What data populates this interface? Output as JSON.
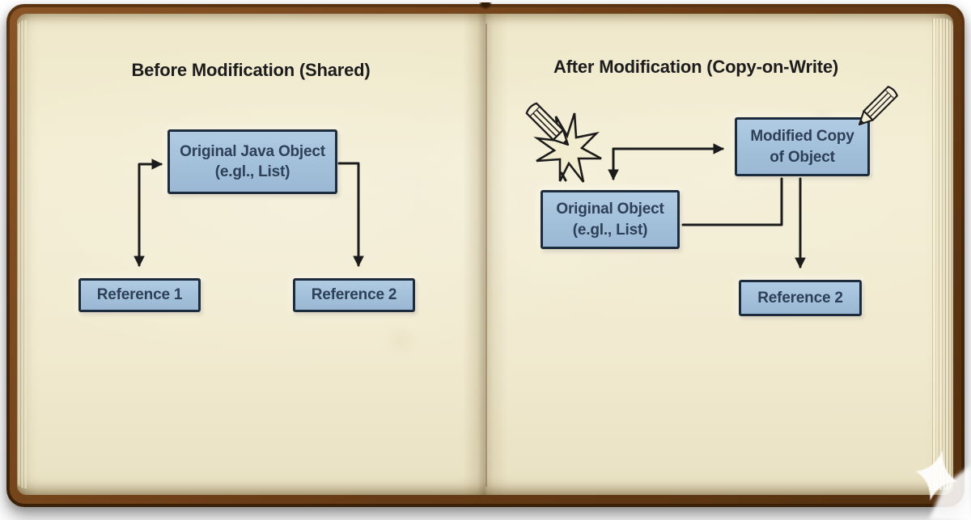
{
  "book": {
    "left_page": {
      "title": "Before Modification (Shared)",
      "object_box": {
        "line1": "Original Java Object",
        "line2": "(e.gl., List)"
      },
      "reference1_label": "Reference 1",
      "reference2_label": "Reference 2"
    },
    "right_page": {
      "title": "After Modification (Copy-on-Write)",
      "original_box": {
        "line1": "Original Object",
        "line2": "(e.gl., List)"
      },
      "modified_box": {
        "line1": "Modified Copy",
        "line2": "of Object"
      },
      "reference2_label": "Reference 2"
    }
  },
  "icons": {
    "impact": "pencil-starburst-icon",
    "edit": "pencil-icon",
    "watermark": "sparkle-logo-icon"
  },
  "colors": {
    "page": "#f2ecd1",
    "cover": "#53300f",
    "box_fill": "#a7c3dc",
    "box_border": "#1d2c3c",
    "box_text": "#2e4057",
    "arrow": "#1b1b1b",
    "title": "#1c1c1c"
  }
}
